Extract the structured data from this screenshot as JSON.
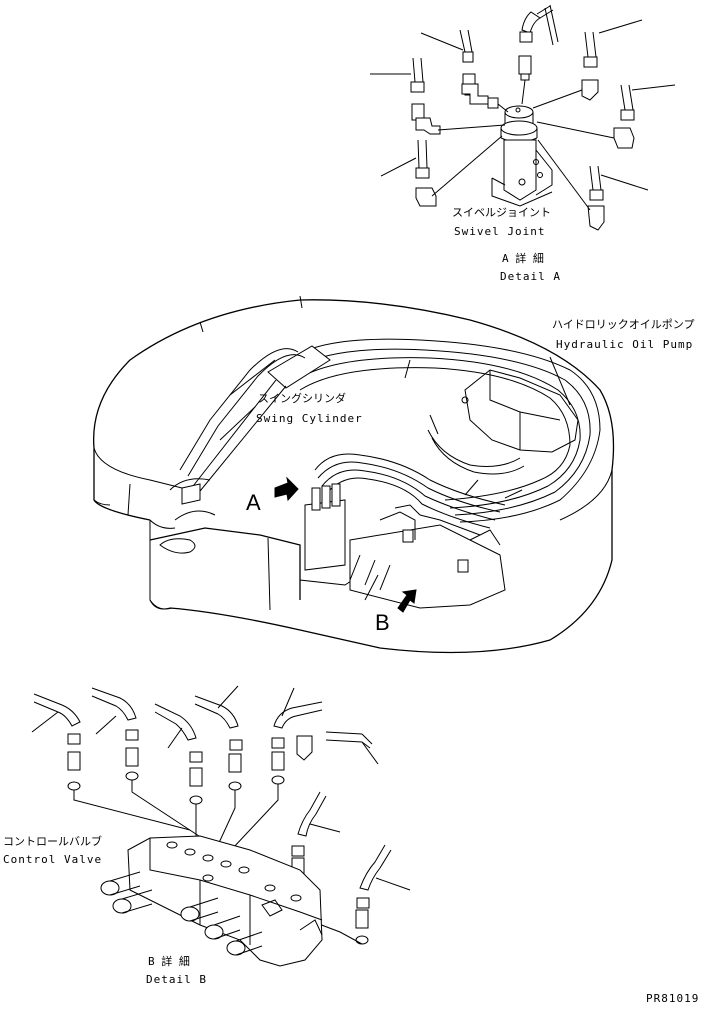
{
  "detail_a": {
    "part_jp": "スイベルジョイント",
    "part_en": "Swivel Joint",
    "title_jp": "A 詳 細",
    "title_en": "Detail A"
  },
  "main_view": {
    "pump_jp": "ハイドロリックオイルポンプ",
    "pump_en": "Hydraulic Oil Pump",
    "cyl_jp": "スイングシリンダ",
    "cyl_en": "Swing Cylinder",
    "marker_a": "A",
    "marker_b": "B"
  },
  "detail_b": {
    "part_jp": "コントロールバルブ",
    "part_en": "Control Valve",
    "title_jp": "B 詳 細",
    "title_en": "Detail B"
  },
  "drawing_number": "PR81019"
}
